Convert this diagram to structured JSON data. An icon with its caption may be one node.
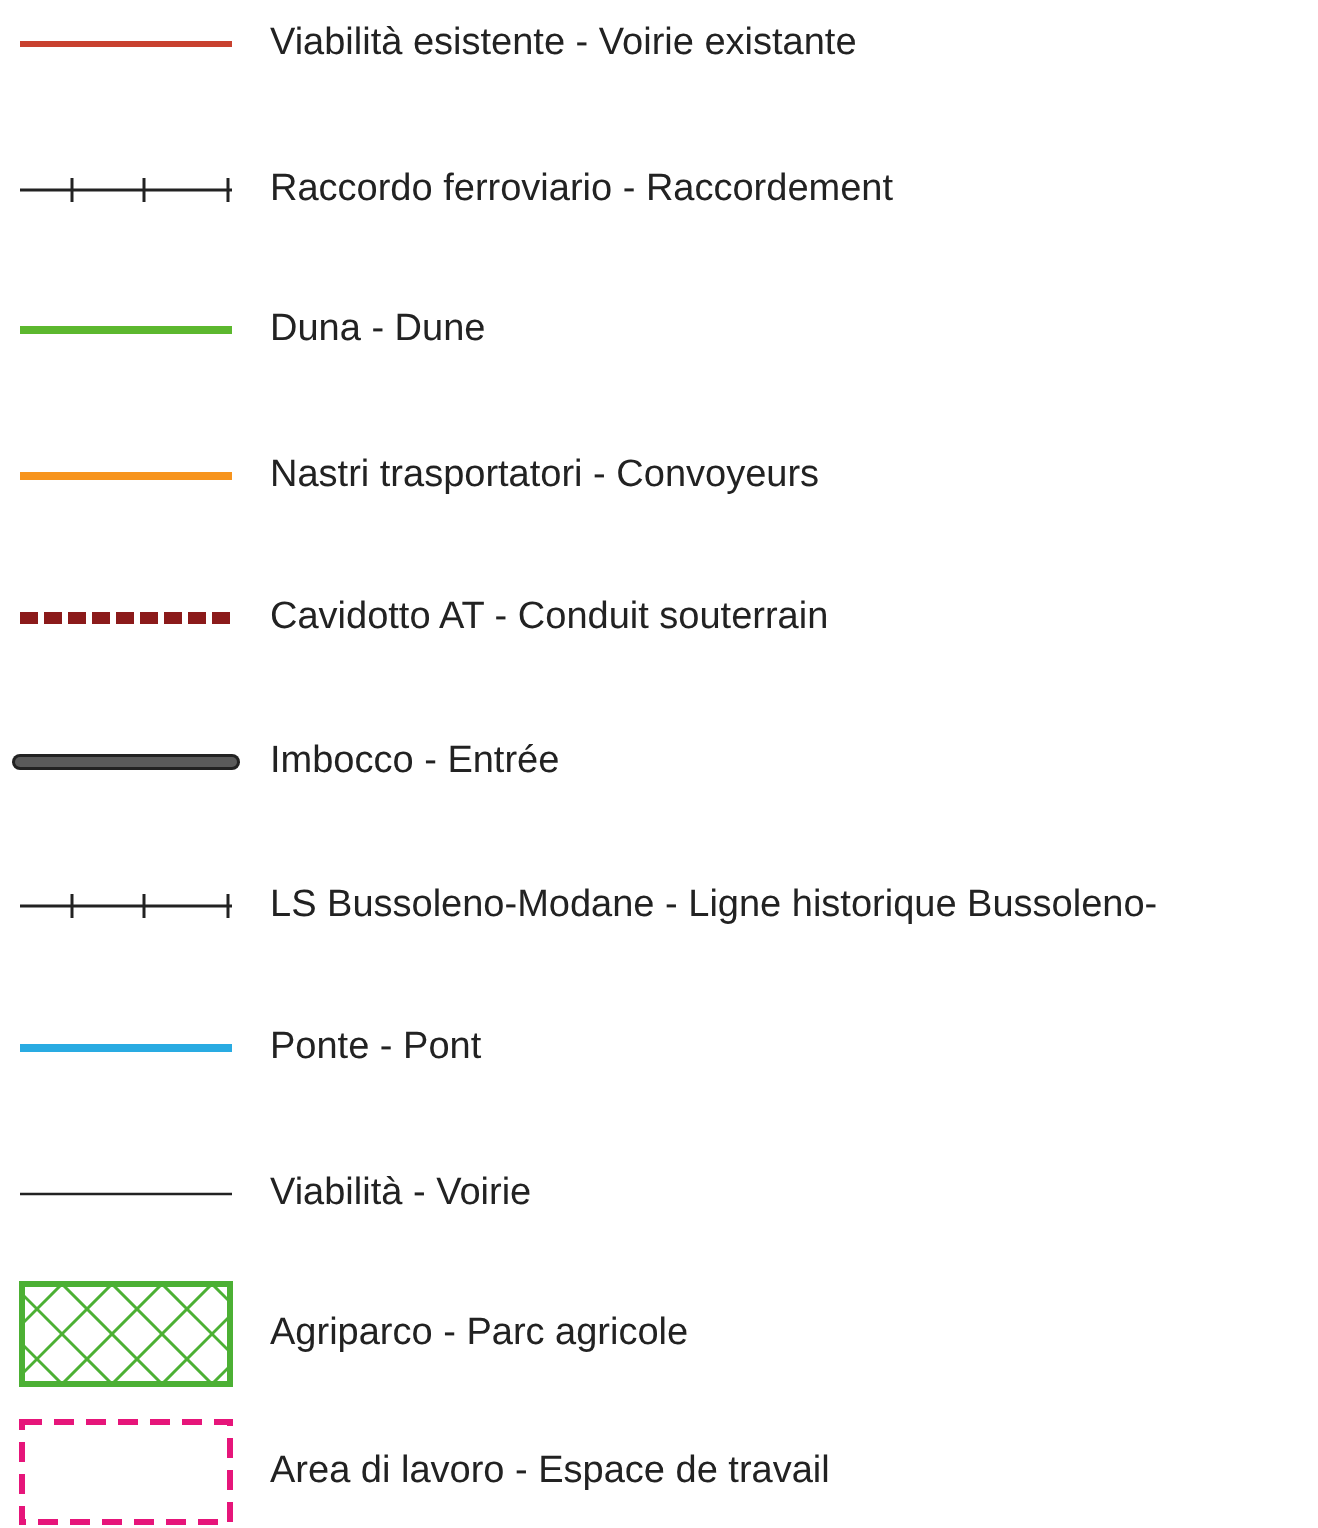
{
  "diagram": {
    "legend": [
      {
        "text": "Viabilità esistente - Voirie existante"
      },
      {
        "text": "Raccordo ferroviario - Raccordement"
      },
      {
        "text": "Duna - Dune"
      },
      {
        "text": "Nastri trasportatori - Convoyeurs"
      },
      {
        "text": "Cavidotto AT - Conduit souterrain"
      },
      {
        "text": "Imbocco - Entrée"
      },
      {
        "text": "LS Bussoleno-Modane - Ligne historique Bussoleno-"
      },
      {
        "text": "Ponte - Pont"
      },
      {
        "text": "Viabilità - Voirie"
      },
      {
        "text": "Agriparco - Parc agricole"
      },
      {
        "text": "Area di lavoro - Espace de travail"
      }
    ]
  }
}
